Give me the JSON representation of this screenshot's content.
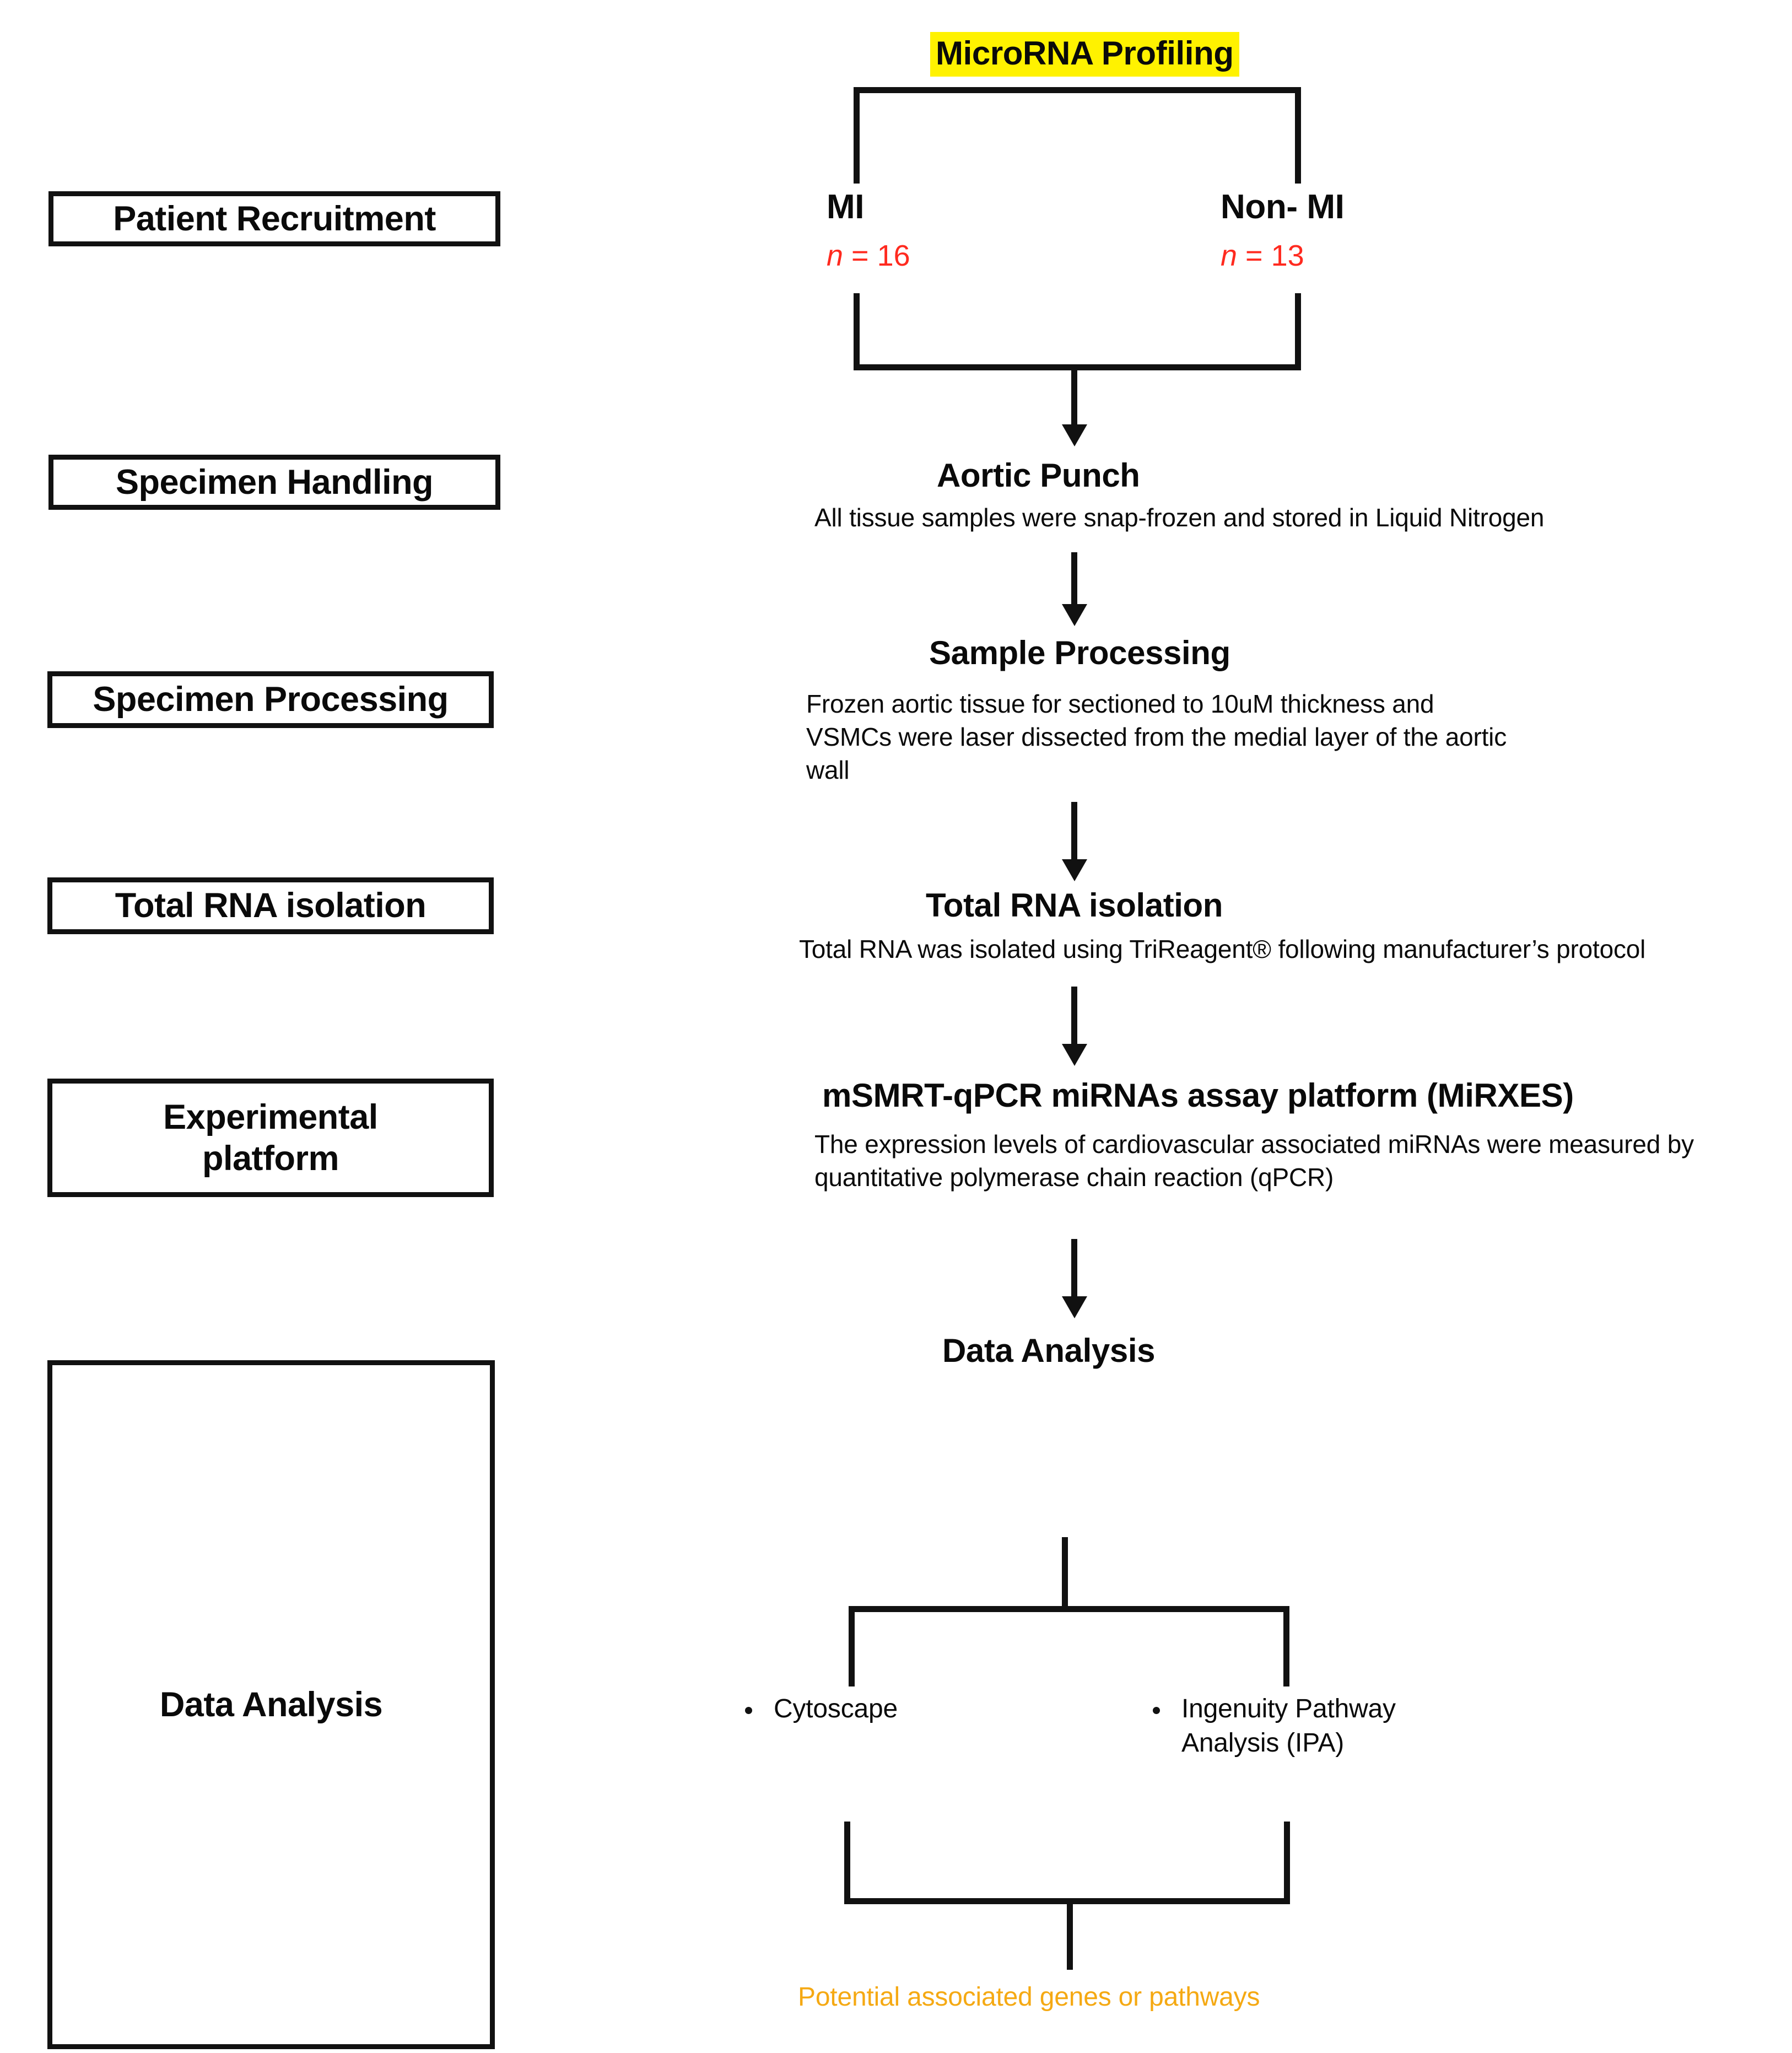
{
  "figure": {
    "type": "flowchart",
    "title": "MicroRNA Profiling"
  },
  "stages": [
    {
      "label": "Patient Recruitment"
    },
    {
      "label": "Specimen Handling"
    },
    {
      "label": "Specimen Processing"
    },
    {
      "label": "Total RNA isolation"
    },
    {
      "label": "Experimental\nplatform",
      "line1": "Experimental",
      "line2": "platform"
    },
    {
      "label": "Data Analysis"
    }
  ],
  "flow": {
    "header": "MicroRNA Profiling",
    "branches": [
      {
        "group": "MI",
        "n_label": "n",
        "n_eq": " = ",
        "n_value": "16",
        "n_full": "n = 16"
      },
      {
        "group": "Non- MI",
        "n_label": "n",
        "n_eq": " = ",
        "n_value": "13",
        "n_full": "n = 13"
      }
    ],
    "steps": [
      {
        "title": "Aortic Punch",
        "desc_lines": [
          "All tissue samples were snap-frozen and stored in Liquid Nitrogen"
        ]
      },
      {
        "title": "Sample Processing",
        "desc_lines": [
          "Frozen aortic tissue for sectioned to 10uM thickness and",
          "VSMCs were  laser dissected from the medial layer of the aortic",
          "wall"
        ]
      },
      {
        "title": "Total RNA isolation",
        "desc_lines": [
          "Total RNA was isolated using TriReagent® following manufacturer’s protocol"
        ]
      },
      {
        "title": "mSMRT-qPCR  miRNAs assay platform  (MiRXES)",
        "desc_lines": [
          "The expression levels of cardiovascular associated miRNAs were measured by",
          "quantitative polymerase chain reaction (qPCR)"
        ]
      },
      {
        "title": "Data Analysis",
        "desc_lines": []
      }
    ],
    "analysis_tools": [
      {
        "label": "Cytoscape",
        "line1": "Cytoscape",
        "line2": ""
      },
      {
        "label": "Ingenuity Pathway Analysis (IPA)",
        "line1": "Ingenuity Pathway",
        "line2": "Analysis (IPA)"
      }
    ],
    "outcome": "Potential associated genes or pathways"
  },
  "colors": {
    "ink": "#0a0a0a",
    "line": "#111111",
    "highlight": "#FFF200",
    "sample_size": "#FF2A1F",
    "outcome": "#F5A913",
    "background": "#ffffff"
  }
}
